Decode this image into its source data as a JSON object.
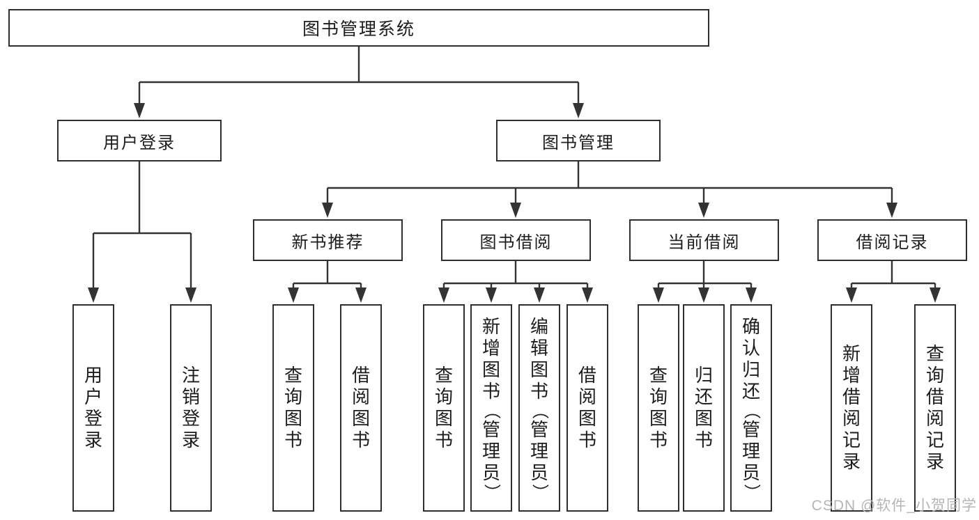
{
  "diagram": {
    "root": {
      "label": "图书管理系统"
    },
    "branches": [
      {
        "label": "用户登录",
        "leaves": [
          "用户登录",
          "注销登录"
        ]
      },
      {
        "label": "图书管理",
        "sections": [
          {
            "label": "新书推荐",
            "leaves": [
              "查询图书",
              "借阅图书"
            ]
          },
          {
            "label": "图书借阅",
            "leaves": [
              "查询图书",
              "新增图书（管理员）",
              "编辑图书（管理员）",
              "借阅图书"
            ]
          },
          {
            "label": "当前借阅",
            "leaves": [
              "查询图书",
              "归还图书",
              "确认归还（管理员）"
            ]
          },
          {
            "label": "借阅记录",
            "leaves": [
              "新增借阅记录",
              "查询借阅记录"
            ]
          }
        ]
      }
    ]
  },
  "watermark": "CSDN @软件_小贺同学",
  "colors": {
    "line": "#333333",
    "border": "#2e2e2e",
    "text": "#1c1c1c",
    "watermark": "#b5b5b5",
    "background": "#ffffff"
  }
}
